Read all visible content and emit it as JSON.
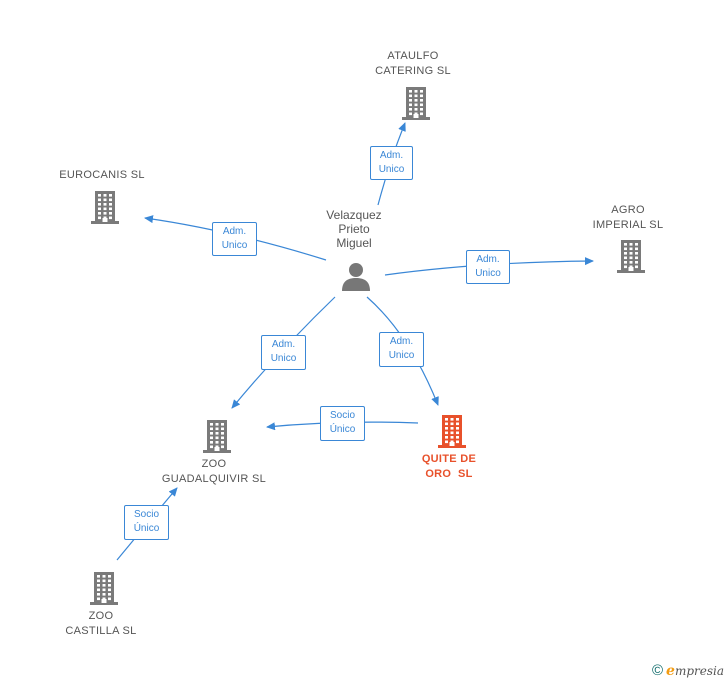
{
  "colors": {
    "edge": "#3a87d6",
    "company": "#7a7a7a",
    "main_company": "#e8512b",
    "person": "#777777"
  },
  "person": {
    "name_line1": "Velazquez",
    "name_line2": "Prieto",
    "name_line3": "Miguel",
    "icon": "person-icon"
  },
  "companies": [
    {
      "id": "ataulfo",
      "line1": "ATAULFO",
      "line2": "CATERING SL"
    },
    {
      "id": "eurocanis",
      "line1": "EUROCANIS SL",
      "line2": ""
    },
    {
      "id": "agro",
      "line1": "AGRO",
      "line2": "IMPERIAL SL"
    },
    {
      "id": "zoo-guadalquivir",
      "line1": "ZOO",
      "line2": "GUADALQUIVIR SL"
    },
    {
      "id": "quite-de-oro",
      "line1": "QUITE DE",
      "line2": "ORO  SL"
    },
    {
      "id": "zoo-castilla",
      "line1": "ZOO",
      "line2": "CASTILLA SL"
    }
  ],
  "edges": [
    {
      "from": "person",
      "to": "ataulfo",
      "line1": "Adm.",
      "line2": "Unico"
    },
    {
      "from": "person",
      "to": "eurocanis",
      "line1": "Adm.",
      "line2": "Unico"
    },
    {
      "from": "person",
      "to": "agro",
      "line1": "Adm.",
      "line2": "Unico"
    },
    {
      "from": "person",
      "to": "zoo-guadalquivir",
      "line1": "Adm.",
      "line2": "Unico"
    },
    {
      "from": "person",
      "to": "quite-de-oro",
      "line1": "Adm.",
      "line2": "Unico"
    },
    {
      "from": "quite-de-oro",
      "to": "zoo-guadalquivir",
      "line1": "Socio",
      "line2": "Único"
    },
    {
      "from": "zoo-castilla",
      "to": "zoo-guadalquivir",
      "line1": "Socio",
      "line2": "Único"
    }
  ],
  "footer": {
    "copyright": "©",
    "brand_e": "e",
    "brand_rest": "mpresia"
  }
}
